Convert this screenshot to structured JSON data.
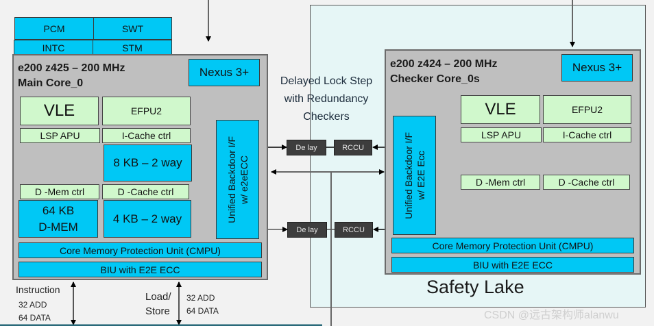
{
  "peripherals": {
    "pcm": "PCM",
    "swt": "SWT",
    "intc": "INTC",
    "stm": "STM"
  },
  "main_core": {
    "title_line1": "e200 z425 – 200 MHz",
    "title_line2": "Main Core_0",
    "nexus": "Nexus 3+",
    "vle": "VLE",
    "efpu2": "EFPU2",
    "lsp_apu": "LSP APU",
    "icache_ctrl": "I-Cache ctrl",
    "icache": "8 KB – 2 way",
    "dmem_ctrl": "D -Mem ctrl",
    "dcache_ctrl": "D -Cache ctrl",
    "dmem_line1": "64 KB",
    "dmem_line2": "D-MEM",
    "dcache": "4 KB – 2 way",
    "backdoor_line1": "Unified Backdoor I/F",
    "backdoor_line2": "w/ e2eECC",
    "cmpu": "Core Memory Protection Unit (CMPU)",
    "biu": "BIU with E2E ECC"
  },
  "lockstep": {
    "line1": "Delayed Lock Step",
    "line2": "with Redundancy",
    "line3": "Checkers",
    "delay_label": "De lay",
    "rccu_label": "RCCU"
  },
  "checker_core": {
    "title_line1": "e200 z424 – 200 MHz",
    "title_line2": "Checker Core_0s",
    "nexus": "Nexus 3+",
    "vle": "VLE",
    "efpu2": "EFPU2",
    "lsp_apu": "LSP APU",
    "icache_ctrl": "I-Cache ctrl",
    "dmem_ctrl": "D -Mem ctrl",
    "dcache_ctrl": "D -Cache ctrl",
    "backdoor_line1": "Unified Backdoor I/F",
    "backdoor_line2": "w/ E2E Ecc",
    "cmpu": "Core Memory Protection Unit (CMPU)",
    "biu": "BIU with E2E ECC"
  },
  "safety_lake": "Safety Lake",
  "buses": {
    "instruction": "Instruction",
    "instr_add": "32 ADD",
    "instr_data": "64 DATA",
    "load": "Load/",
    "store": "Store",
    "ls_add": "32 ADD",
    "ls_data": "64 DATA"
  },
  "watermark": "CSDN @远古架构师alanwu"
}
